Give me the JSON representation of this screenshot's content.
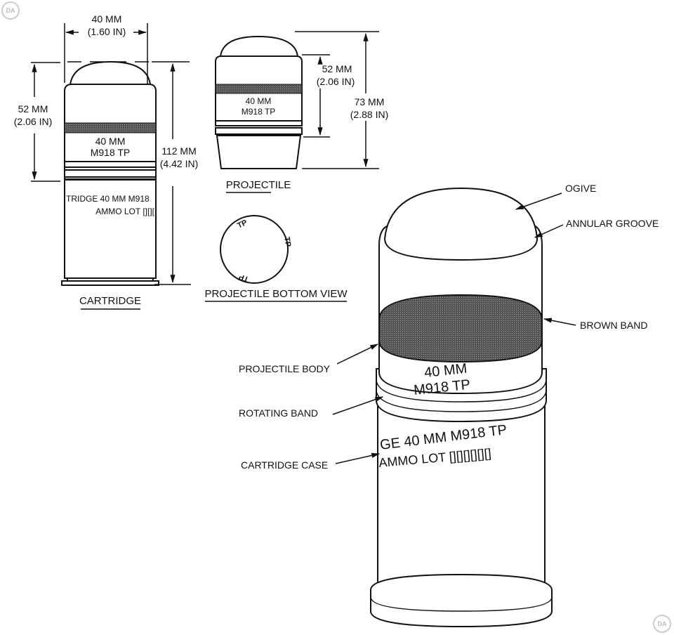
{
  "watermark": "DA",
  "cartridge": {
    "caption": "CARTRIDGE",
    "width_mm": "40 MM",
    "width_in": "(1.60 IN)",
    "proj_len_mm": "52 MM",
    "proj_len_in": "(2.06 IN)",
    "total_len_mm": "112 MM",
    "total_len_in": "(4.42 IN)",
    "proj_text1": "40 MM",
    "proj_text2": "M918 TP",
    "case_text1": "TRIDGE 40 MM M918",
    "case_text2": "AMMO LOT [][][",
    "band_color": "#444444"
  },
  "projectile": {
    "caption": "PROJECTILE",
    "len_mm": "52 MM",
    "len_in": "(2.06 IN)",
    "overall_mm": "73 MM",
    "overall_in": "(2.88 IN)",
    "text1": "40 MM",
    "text2": "M918 TP"
  },
  "bottom_view": {
    "caption": "PROJECTILE BOTTOM VIEW",
    "marks": [
      "TP",
      "TP",
      "TP"
    ]
  },
  "main_view": {
    "proj_text1": "40 MM",
    "proj_text2": "M918 TP",
    "case_text1": "GE 40 MM M918 TP",
    "case_text2": "AMMO LOT [][][][][][]",
    "callouts": {
      "ogive": "OGIVE",
      "annular_groove": "ANNULAR GROOVE",
      "brown_band": "BROWN BAND",
      "projectile_body": "PROJECTILE BODY",
      "rotating_band": "ROTATING BAND",
      "cartridge_case": "CARTRIDGE CASE"
    }
  }
}
